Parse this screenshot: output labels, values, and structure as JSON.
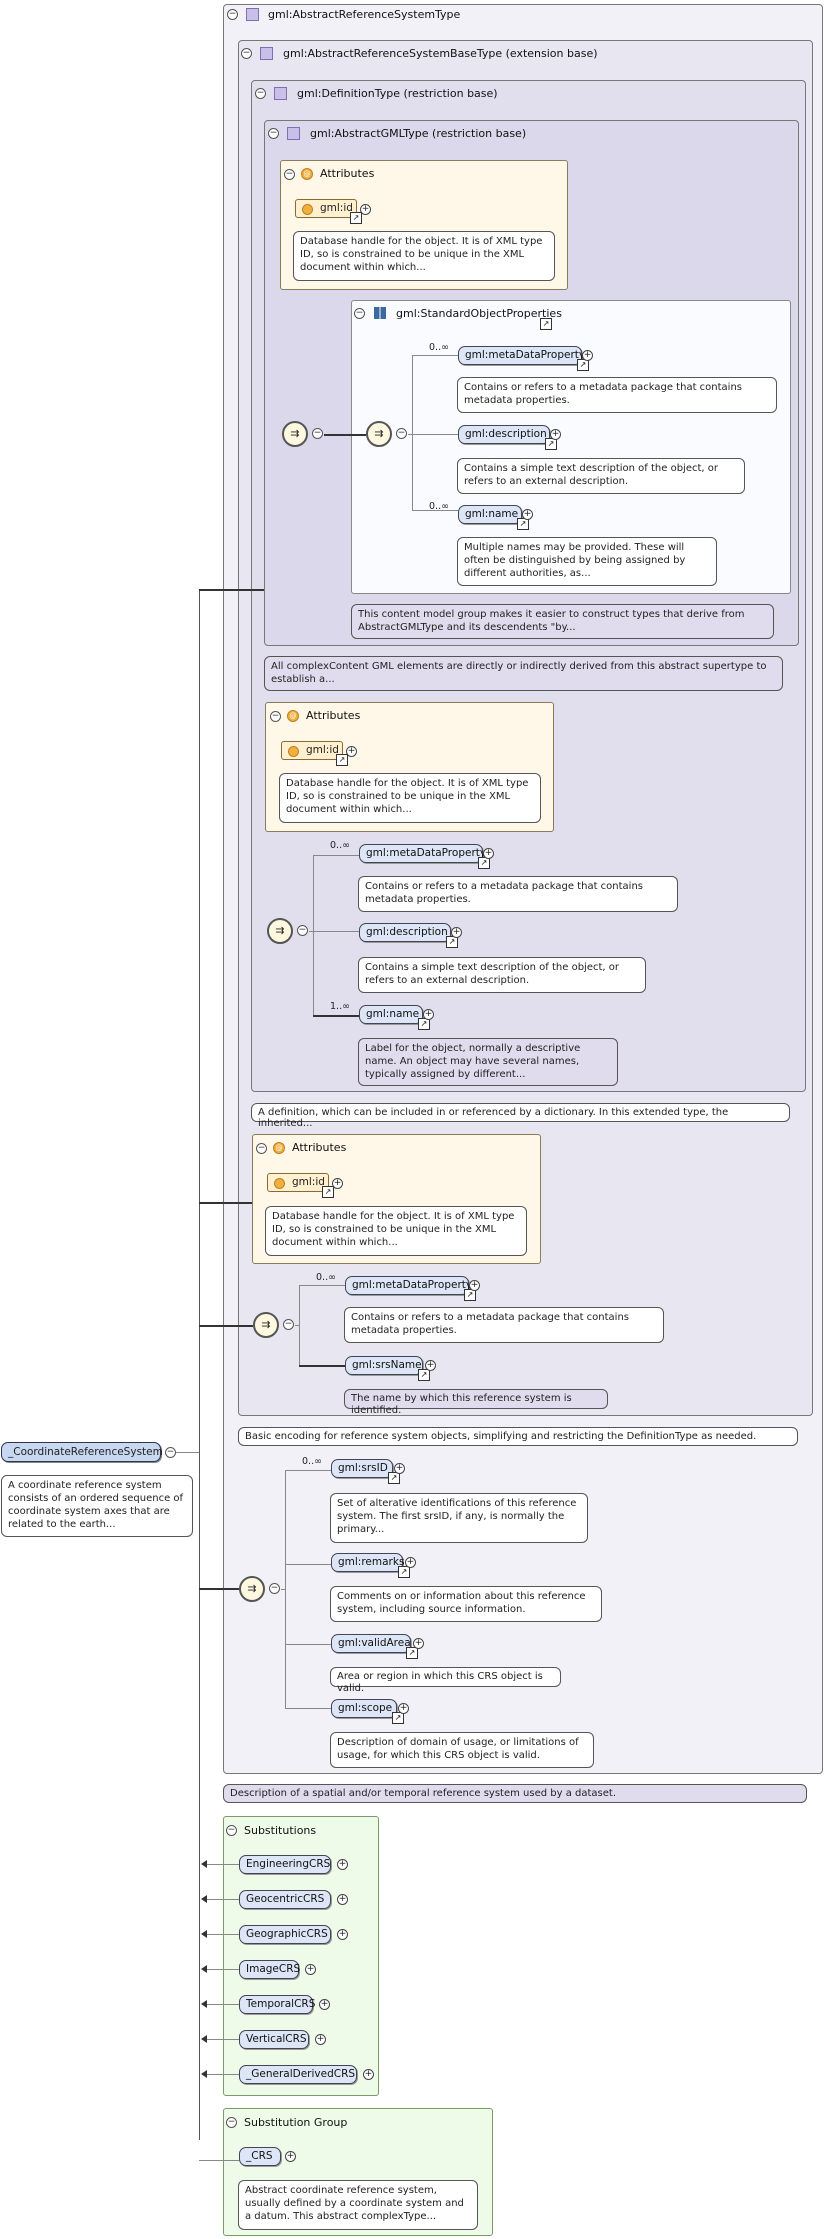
{
  "outer_type": {
    "label": "gml:AbstractReferenceSystemType"
  },
  "base_type": {
    "label": "gml:AbstractReferenceSystemBaseType (extension base)"
  },
  "definition_type": {
    "label": "gml:DefinitionType (restriction base)"
  },
  "abstract_gml_type": {
    "label": "gml:AbstractGMLType (restriction base)"
  },
  "attributes_label": "Attributes",
  "gml_id": {
    "label": "gml:id",
    "doc": "Database handle for the object. It is of XML type ID, so is constrained to be unique in the XML document within which..."
  },
  "std_object_props": {
    "label": "gml:StandardObjectProperties",
    "metaDataProperty": {
      "label": "gml:metaDataProperty",
      "occ": "0..∞",
      "doc": "Contains or refers to a metadata package that contains metadata properties."
    },
    "description": {
      "label": "gml:description",
      "doc": "Contains a simple text description of the object, or refers to an external description."
    },
    "name": {
      "label": "gml:name",
      "occ": "0..∞",
      "doc": "Multiple names may be provided. These will often be distinguished by being assigned by different authorities, as..."
    },
    "group_doc": "This content model group makes it easier to construct types that derive from AbstractGMLType and its descendents \"by..."
  },
  "abstract_gml_doc": "All complexContent GML elements are directly or indirectly derived from this abstract supertype to establish a...",
  "def_seq": {
    "metaDataProperty": {
      "label": "gml:metaDataProperty",
      "occ": "0..∞",
      "doc": "Contains or refers to a metadata package that contains metadata properties."
    },
    "description": {
      "label": "gml:description",
      "doc": "Contains a simple text description of the object, or refers to an external description."
    },
    "name": {
      "label": "gml:name",
      "occ": "1..∞",
      "doc": "Label for the object, normally a descriptive name. An object may have several names, typically assigned by different..."
    }
  },
  "definition_doc": "A definition, which can be included in or referenced by a dictionary. In this extended type, the inherited...",
  "base_seq": {
    "metaDataProperty": {
      "label": "gml:metaDataProperty",
      "occ": "0..∞",
      "doc": "Contains or refers to a metadata package that contains metadata properties."
    },
    "srsName": {
      "label": "gml:srsName",
      "doc": "The name by which this reference system is identified."
    }
  },
  "base_doc": "Basic encoding for reference system objects, simplifying and restricting the DefinitionType as needed.",
  "ext_seq": {
    "srsID": {
      "label": "gml:srsID",
      "occ": "0..∞",
      "doc": "Set of alterative identifications of this reference system. The first srsID, if any, is normally the primary..."
    },
    "remarks": {
      "label": "gml:remarks",
      "doc": "Comments on or information about this reference system, including source information."
    },
    "validArea": {
      "label": "gml:validArea",
      "doc": "Area or region in which this CRS object is valid."
    },
    "scope": {
      "label": "gml:scope",
      "doc": "Description of domain of usage, or limitations of usage, for which this CRS object is valid."
    }
  },
  "outer_doc": "Description of a spatial and/or temporal reference system used by a dataset.",
  "root": {
    "label": "_CoordinateReferenceSystem",
    "doc": "A coordinate reference system consists of an ordered sequence of coordinate system axes that are related to the earth..."
  },
  "substitutions": {
    "label": "Substitutions",
    "items": [
      "EngineeringCRS",
      "GeocentricCRS",
      "GeographicCRS",
      "ImageCRS",
      "TemporalCRS",
      "VerticalCRS",
      "_GeneralDerivedCRS"
    ]
  },
  "substitution_group": {
    "label": "Substitution Group",
    "item": "_CRS",
    "doc": "Abstract coordinate reference system, usually defined by a coordinate system and a datum. This abstract complexType..."
  }
}
